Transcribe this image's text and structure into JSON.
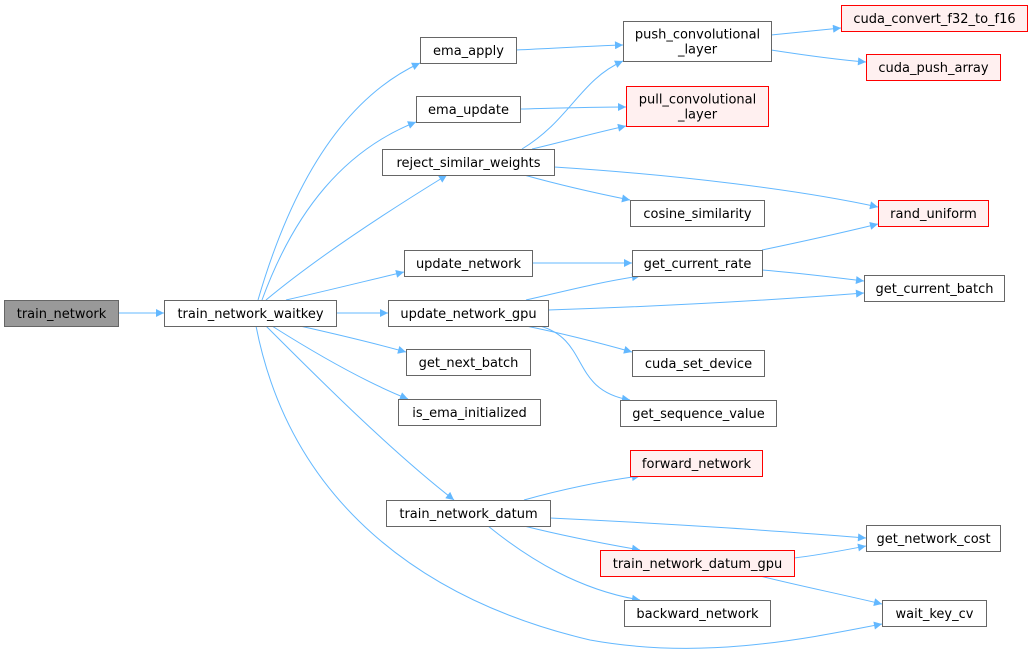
{
  "diagram": {
    "type": "call-graph",
    "colors": {
      "edge": "#63b8ff",
      "root_fill": "#999999",
      "root_border": "#666666",
      "normal_fill": "#ffffff",
      "normal_border": "#666666",
      "truncated_fill": "#fff0f0",
      "truncated_border": "#ff0000",
      "text": "#000000"
    },
    "nodes": [
      {
        "id": "train_network",
        "lines": [
          "train_network"
        ],
        "style": "root"
      },
      {
        "id": "train_network_waitkey",
        "lines": [
          "train_network_waitkey"
        ],
        "style": "normal"
      },
      {
        "id": "ema_apply",
        "lines": [
          "ema_apply"
        ],
        "style": "normal"
      },
      {
        "id": "ema_update",
        "lines": [
          "ema_update"
        ],
        "style": "normal"
      },
      {
        "id": "reject_similar_weights",
        "lines": [
          "reject_similar_weights"
        ],
        "style": "normal"
      },
      {
        "id": "update_network",
        "lines": [
          "update_network"
        ],
        "style": "normal"
      },
      {
        "id": "update_network_gpu",
        "lines": [
          "update_network_gpu"
        ],
        "style": "normal"
      },
      {
        "id": "get_next_batch",
        "lines": [
          "get_next_batch"
        ],
        "style": "normal"
      },
      {
        "id": "is_ema_initialized",
        "lines": [
          "is_ema_initialized"
        ],
        "style": "normal"
      },
      {
        "id": "train_network_datum",
        "lines": [
          "train_network_datum"
        ],
        "style": "normal"
      },
      {
        "id": "push_convolutional_layer",
        "lines": [
          "push_convolutional",
          "_layer"
        ],
        "style": "normal"
      },
      {
        "id": "pull_convolutional_layer",
        "lines": [
          "pull_convolutional",
          "_layer"
        ],
        "style": "truncated"
      },
      {
        "id": "cosine_similarity",
        "lines": [
          "cosine_similarity"
        ],
        "style": "normal"
      },
      {
        "id": "get_current_rate",
        "lines": [
          "get_current_rate"
        ],
        "style": "normal"
      },
      {
        "id": "cuda_set_device",
        "lines": [
          "cuda_set_device"
        ],
        "style": "normal"
      },
      {
        "id": "get_sequence_value",
        "lines": [
          "get_sequence_value"
        ],
        "style": "normal"
      },
      {
        "id": "forward_network",
        "lines": [
          "forward_network"
        ],
        "style": "truncated"
      },
      {
        "id": "train_network_datum_gpu",
        "lines": [
          "train_network_datum_gpu"
        ],
        "style": "truncated"
      },
      {
        "id": "backward_network",
        "lines": [
          "backward_network"
        ],
        "style": "normal"
      },
      {
        "id": "cuda_convert_f32_to_f16",
        "lines": [
          "cuda_convert_f32_to_f16"
        ],
        "style": "truncated"
      },
      {
        "id": "cuda_push_array",
        "lines": [
          "cuda_push_array"
        ],
        "style": "truncated"
      },
      {
        "id": "rand_uniform",
        "lines": [
          "rand_uniform"
        ],
        "style": "truncated"
      },
      {
        "id": "get_current_batch",
        "lines": [
          "get_current_batch"
        ],
        "style": "normal"
      },
      {
        "id": "get_network_cost",
        "lines": [
          "get_network_cost"
        ],
        "style": "normal"
      },
      {
        "id": "wait_key_cv",
        "lines": [
          "wait_key_cv"
        ],
        "style": "normal"
      }
    ],
    "edges": [
      {
        "from": "train_network",
        "to": "train_network_waitkey"
      },
      {
        "from": "train_network_waitkey",
        "to": "ema_apply"
      },
      {
        "from": "train_network_waitkey",
        "to": "ema_update"
      },
      {
        "from": "train_network_waitkey",
        "to": "reject_similar_weights"
      },
      {
        "from": "train_network_waitkey",
        "to": "update_network"
      },
      {
        "from": "train_network_waitkey",
        "to": "update_network_gpu"
      },
      {
        "from": "train_network_waitkey",
        "to": "get_next_batch"
      },
      {
        "from": "train_network_waitkey",
        "to": "is_ema_initialized"
      },
      {
        "from": "train_network_waitkey",
        "to": "train_network_datum"
      },
      {
        "from": "train_network_waitkey",
        "to": "wait_key_cv"
      },
      {
        "from": "ema_apply",
        "to": "push_convolutional_layer"
      },
      {
        "from": "ema_update",
        "to": "pull_convolutional_layer"
      },
      {
        "from": "reject_similar_weights",
        "to": "push_convolutional_layer"
      },
      {
        "from": "reject_similar_weights",
        "to": "pull_convolutional_layer"
      },
      {
        "from": "reject_similar_weights",
        "to": "cosine_similarity"
      },
      {
        "from": "reject_similar_weights",
        "to": "rand_uniform"
      },
      {
        "from": "push_convolutional_layer",
        "to": "cuda_convert_f32_to_f16"
      },
      {
        "from": "push_convolutional_layer",
        "to": "cuda_push_array"
      },
      {
        "from": "update_network",
        "to": "get_current_rate"
      },
      {
        "from": "update_network_gpu",
        "to": "get_current_rate"
      },
      {
        "from": "update_network_gpu",
        "to": "get_current_batch"
      },
      {
        "from": "update_network_gpu",
        "to": "cuda_set_device"
      },
      {
        "from": "update_network_gpu",
        "to": "get_sequence_value"
      },
      {
        "from": "get_current_rate",
        "to": "rand_uniform"
      },
      {
        "from": "get_current_rate",
        "to": "get_current_batch"
      },
      {
        "from": "train_network_datum",
        "to": "forward_network"
      },
      {
        "from": "train_network_datum",
        "to": "train_network_datum_gpu"
      },
      {
        "from": "train_network_datum",
        "to": "backward_network"
      },
      {
        "from": "train_network_datum",
        "to": "get_network_cost"
      },
      {
        "from": "train_network_datum_gpu",
        "to": "get_network_cost"
      },
      {
        "from": "train_network_datum_gpu",
        "to": "wait_key_cv"
      }
    ]
  }
}
